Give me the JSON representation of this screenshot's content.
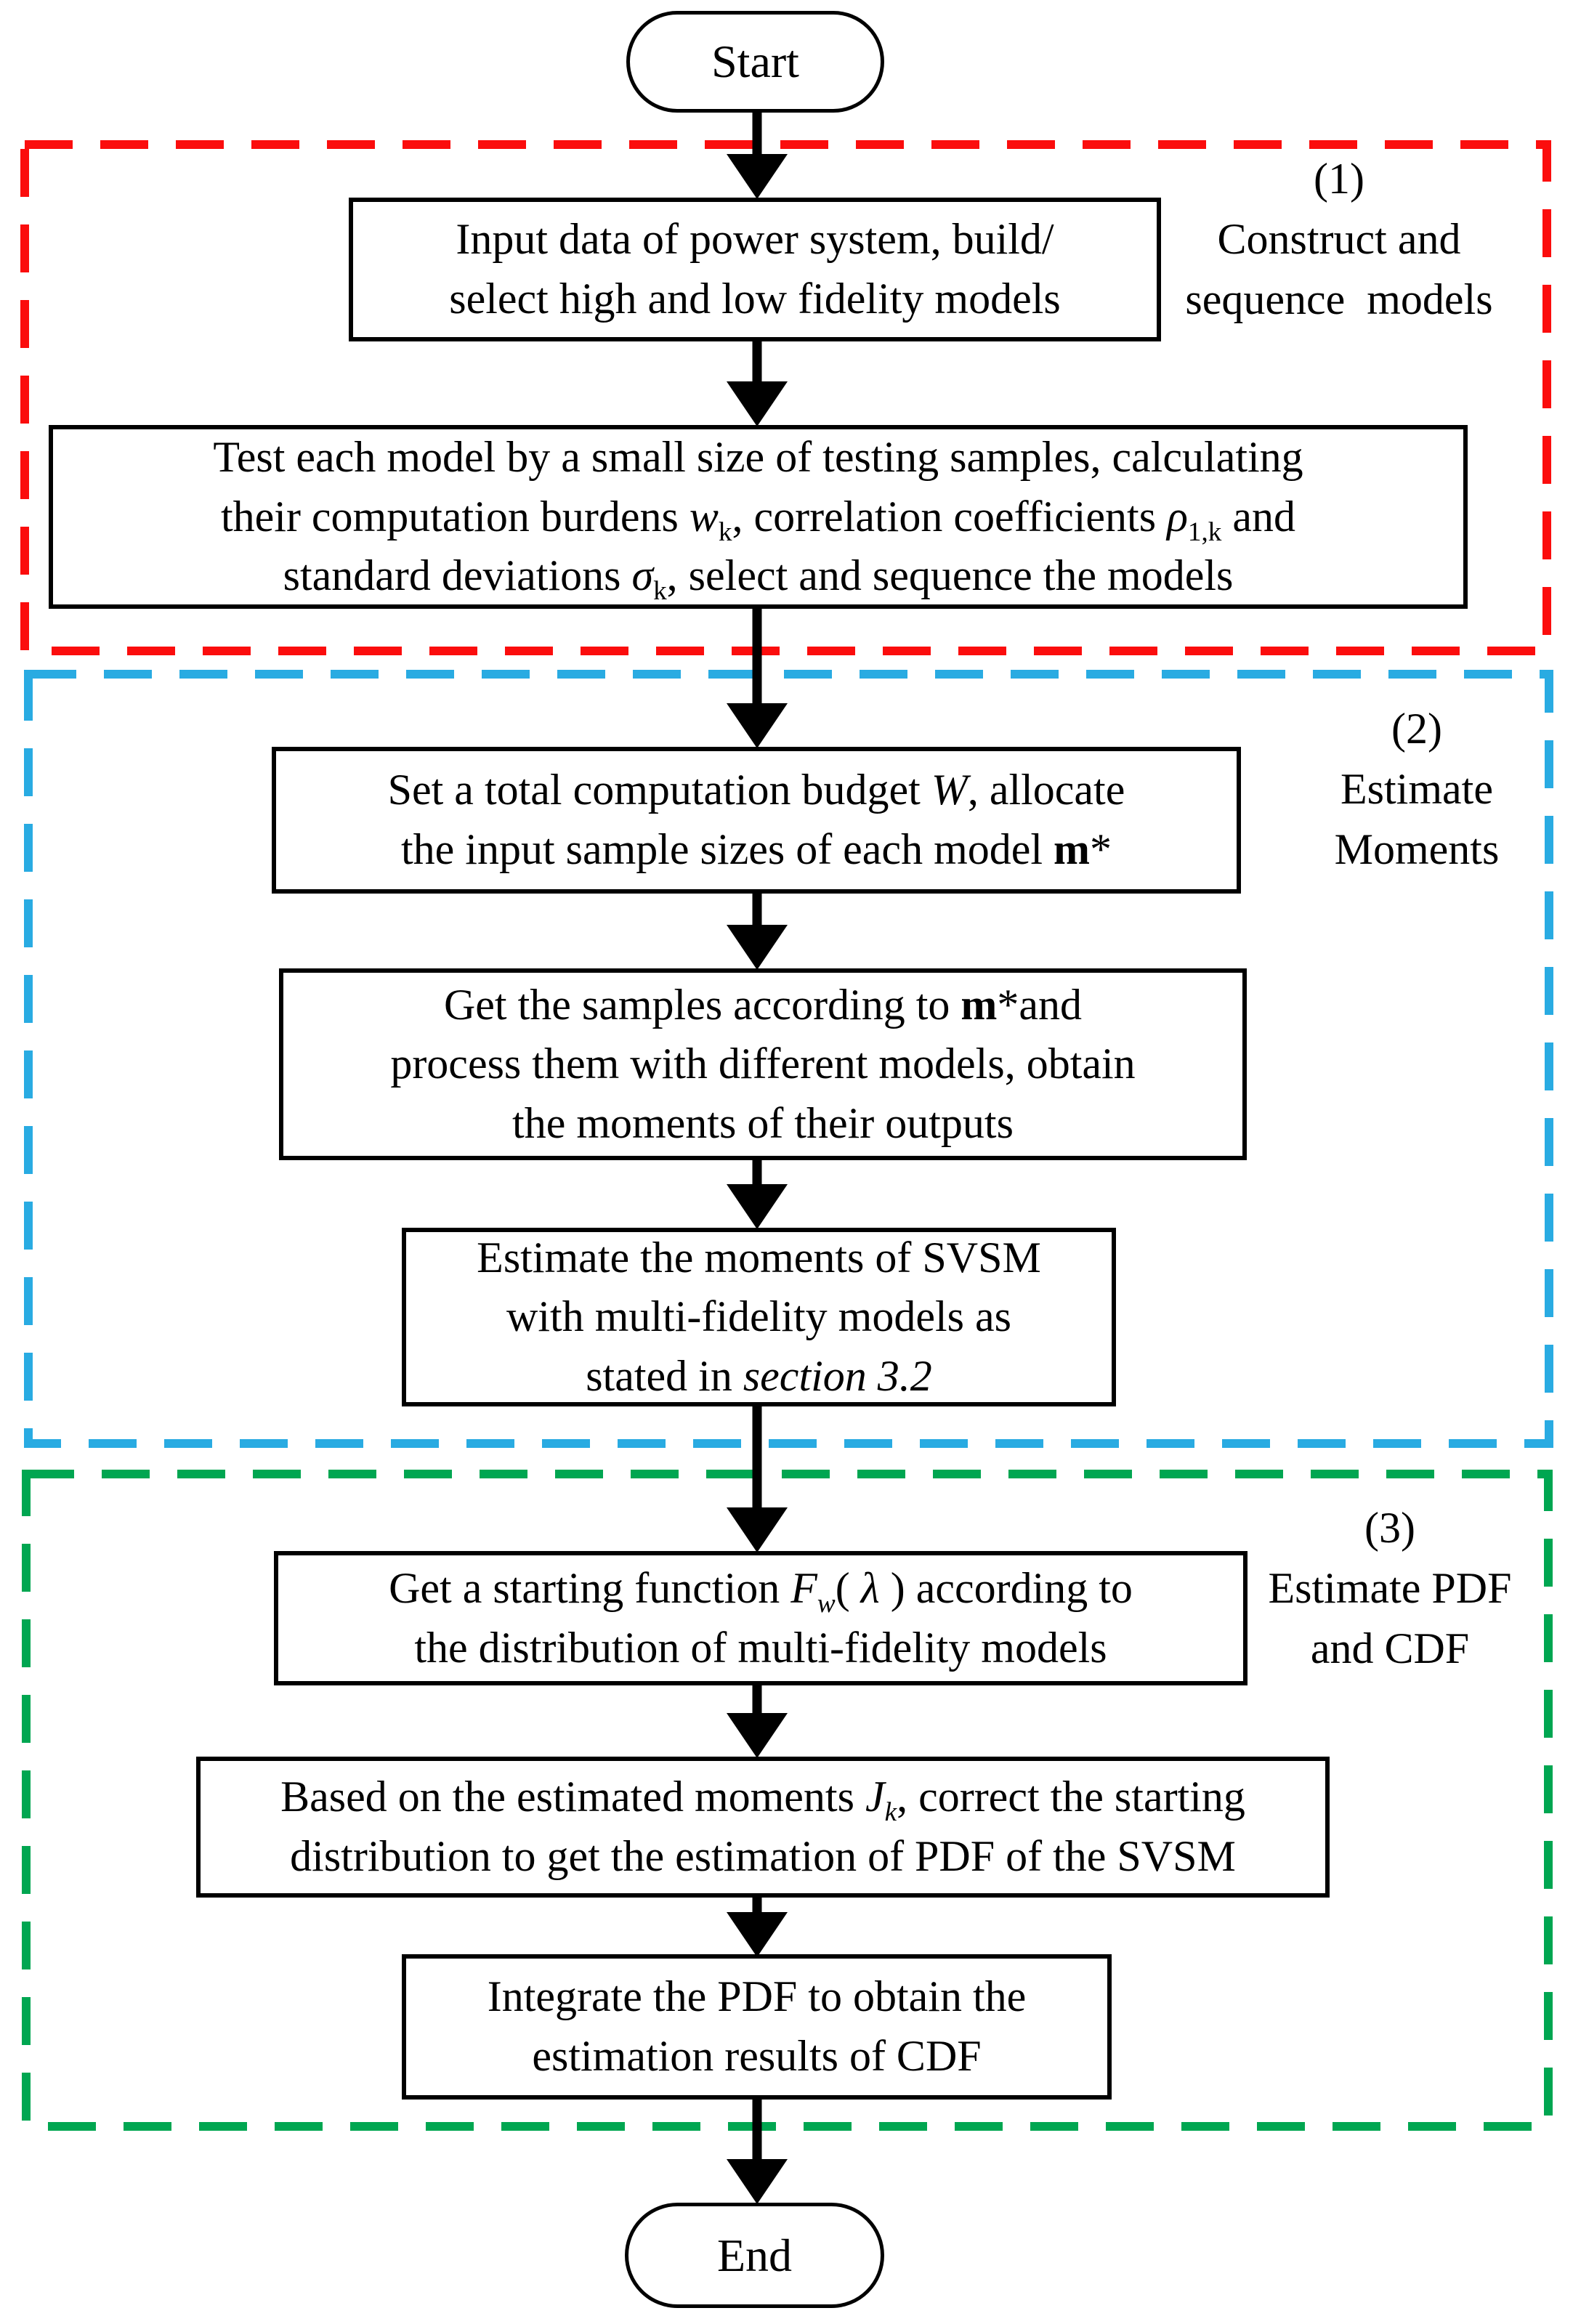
{
  "figure": {
    "type": "flowchart",
    "start_label": "Start",
    "end_label": "End",
    "stages": [
      {
        "number": "(1)",
        "title_lines": [
          "Construct and",
          "sequence  models"
        ],
        "border_color": "#FB0D0D",
        "steps": [
          {
            "lines": [
              "Input data of power system, build/",
              "select high and low fidelity models"
            ]
          },
          {
            "lines": [
              "Test each model by a small size of testing samples, calculating",
              "their computation burdens <i>w</i><sub>k</sub>, correlation coefficients <i>ρ</i><sub>1,k</sub> and",
              "standard deviations <i>σ</i><sub>k</sub>, select and sequence the models"
            ]
          }
        ]
      },
      {
        "number": "(2)",
        "title_lines": [
          "Estimate",
          "Moments"
        ],
        "border_color": "#29ABE2",
        "steps": [
          {
            "lines": [
              "Set a total computation budget <i>W</i>, allocate",
              "the input sample sizes of each model <b>m</b>*"
            ]
          },
          {
            "lines": [
              "Get the samples according to <b>m</b>*and",
              "process them with different models, obtain",
              "the moments of their outputs"
            ]
          },
          {
            "lines": [
              "Estimate the moments of SVSM",
              "with multi-fidelity models as",
              "stated in <i>section 3.2</i>"
            ]
          }
        ]
      },
      {
        "number": "(3)",
        "title_lines": [
          "Estimate PDF",
          "and CDF"
        ],
        "border_color": "#00A651",
        "steps": [
          {
            "lines": [
              "Get a starting function <i>F<sub>w</sub></i>( <i>λ</i> ) according to",
              "the distribution of multi-fidelity models"
            ]
          },
          {
            "lines": [
              "Based on the estimated moments <i>J<sub>k</sub></i>, correct the starting",
              "distribution to get the estimation of PDF of the SVSM"
            ]
          },
          {
            "lines": [
              "Integrate the PDF to obtain the",
              "estimation results of CDF"
            ]
          }
        ]
      }
    ]
  }
}
